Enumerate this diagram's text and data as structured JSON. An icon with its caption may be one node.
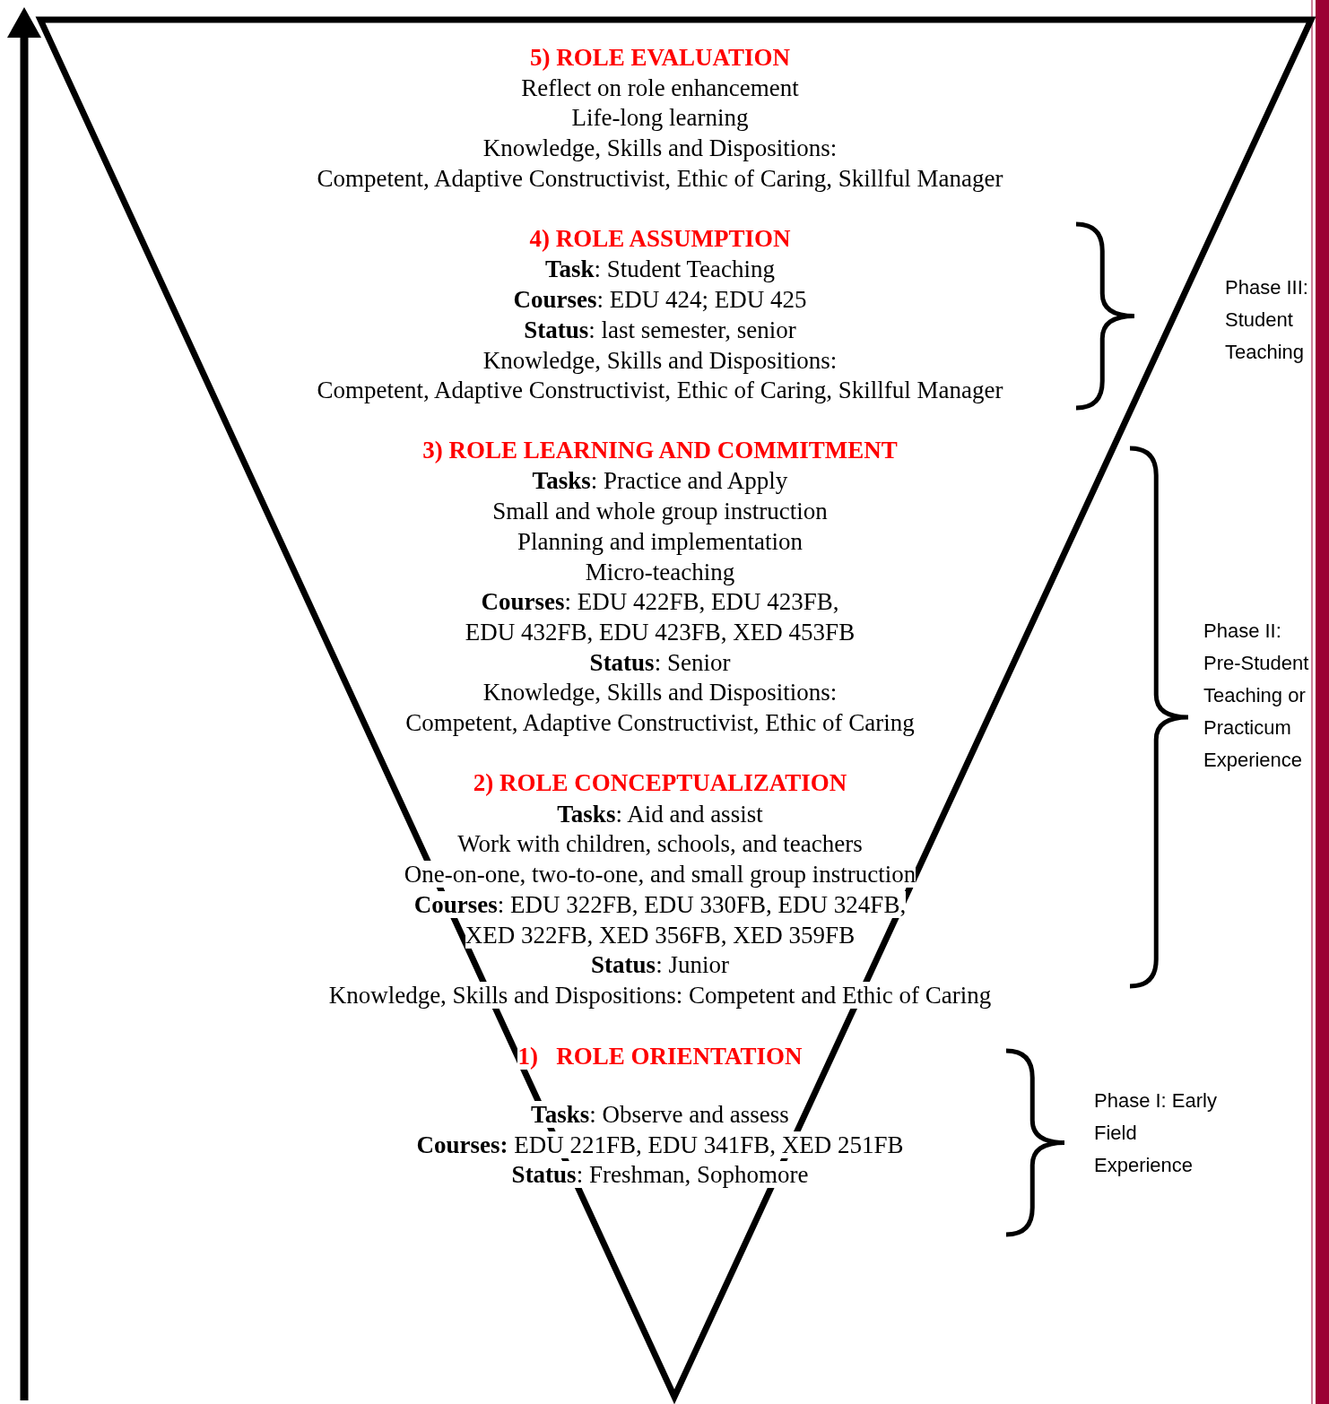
{
  "diagram": {
    "nodes": [
      {
        "text": [
          "5) ROLE EVALUATION",
          "Reflect on role enhancement",
          "Life-long learning",
          "Knowledge, Skills and Dispositions:",
          "Competent, Adaptive Constructivist, Ethic of Caring, Skillful Manager",
          "4) ROLE ASSUMPTION",
          "**Task**: Student Teaching",
          "**Courses**: EDU 424; EDU 425",
          "**Status**: last semester, senior",
          "Knowledge, Skills and Dispositions:",
          "Competent, Adaptive Constructivist, Ethic of Caring, Skillful Manager",
          "3) ROLE LEARNING AND COMMITMENT",
          "**Tasks**: Practice and Apply",
          "Small and whole group instruction",
          "Planning and implementation",
          "Micro-teaching",
          "**Courses**: EDU 422FB, EDU 423FB,",
          "EDU 432FB, EDU 423FB, XED 453FB",
          "**Status**: Senior",
          "Knowledge, Skills and Dispositions:",
          "Competent, Adaptive Constructivist, Ethic of Caring",
          "2) ROLE CONCEPTUALIZATION",
          "**Tasks**: Aid and assist",
          "Work with children, schools, and teachers",
          "One-on-one, two-to-one, and small group instruction",
          "**Courses**: EDU 322FB, EDU 330FB, EDU 324FB,",
          "XED 322FB, XED 356FB, XED 359FB",
          "**Status**: Junior",
          "Knowledge, Skills and Dispositions: Competent and Ethic of Caring",
          "1)   ROLE ORIENTATION",
          "**Tasks**: Observe and assess",
          "**Courses:** EDU 221FB, EDU 341FB, XED 251FB",
          "**Status**: Freshman, Sophomore"
        ]
      }
    ],
    "labels": [
      "Phase III: Student Teaching",
      "Phase II: Pre-Student Teaching or Practicum Experience",
      "Phase I: Early Field Experience"
    ]
  }
}
